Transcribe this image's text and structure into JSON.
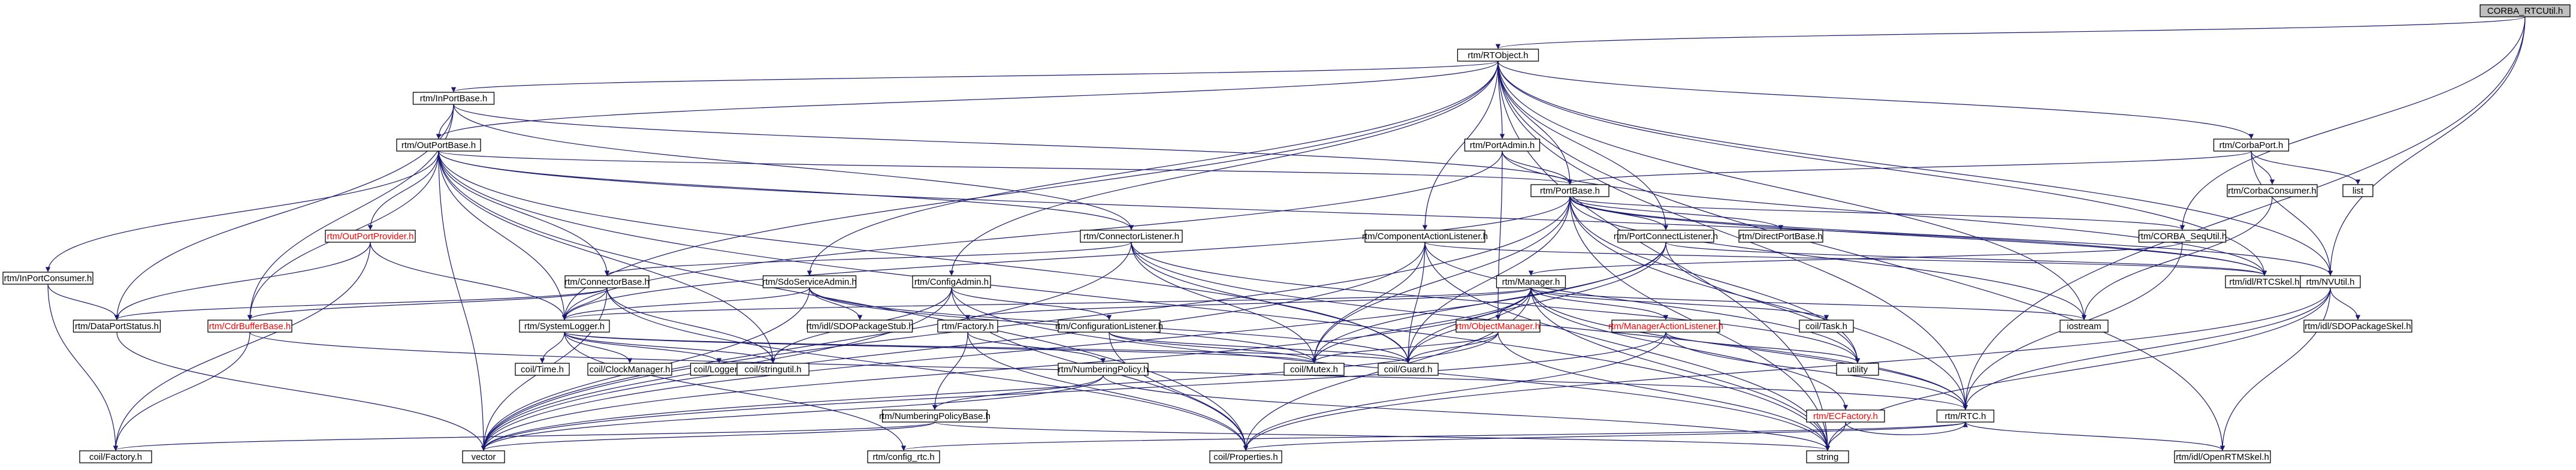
{
  "colors": {
    "edge": "#191970",
    "text_normal": "#000000",
    "text_red": "#ff0000",
    "box_root": "#bfbfbf",
    "box_normal": "#ffffff",
    "border_normal": "#000000",
    "border_light": "#bfbfbf",
    "text_light": "#7f7f7f"
  },
  "nodes": [
    {
      "id": "root",
      "label": "CORBA_RTCUtil.h",
      "style": "root"
    },
    {
      "id": "rtobject",
      "label": "rtm/RTObject.h",
      "style": "normal"
    },
    {
      "id": "inportbase",
      "label": "rtm/InPortBase.h",
      "style": "normal"
    },
    {
      "id": "outportbase",
      "label": "rtm/OutPortBase.h",
      "style": "normal"
    },
    {
      "id": "portadmin",
      "label": "rtm/PortAdmin.h",
      "style": "normal"
    },
    {
      "id": "corbaport",
      "label": "rtm/CorbaPort.h",
      "style": "normal"
    },
    {
      "id": "portbase",
      "label": "rtm/PortBase.h",
      "style": "normal"
    },
    {
      "id": "corbaconsumer",
      "label": "rtm/CorbaConsumer.h",
      "style": "normal"
    },
    {
      "id": "list",
      "label": "list",
      "style": "light"
    },
    {
      "id": "outportprovider",
      "label": "rtm/OutPortProvider.h",
      "style": "red"
    },
    {
      "id": "connectorlistener",
      "label": "rtm/ConnectorListener.h",
      "style": "normal"
    },
    {
      "id": "componentactionlistener",
      "label": "rtm/ComponentActionListener.h",
      "style": "normal"
    },
    {
      "id": "portconnectlistener",
      "label": "rtm/PortConnectListener.h",
      "style": "normal"
    },
    {
      "id": "directportbase",
      "label": "rtm/DirectPortBase.h",
      "style": "normal"
    },
    {
      "id": "corbasequtil",
      "label": "rtm/CORBA_SeqUtil.h",
      "style": "normal"
    },
    {
      "id": "inportconsumer",
      "label": "rtm/InPortConsumer.h",
      "style": "normal"
    },
    {
      "id": "connectorbase",
      "label": "rtm/ConnectorBase.h",
      "style": "normal"
    },
    {
      "id": "sdoserviceadmin",
      "label": "rtm/SdoServiceAdmin.h",
      "style": "normal"
    },
    {
      "id": "configadmin",
      "label": "rtm/ConfigAdmin.h",
      "style": "normal"
    },
    {
      "id": "manager",
      "label": "rtm/Manager.h",
      "style": "normal"
    },
    {
      "id": "rtcskel",
      "label": "rtm/idl/RTCSkel.h",
      "style": "normal"
    },
    {
      "id": "nvutil",
      "label": "rtm/NVUtil.h",
      "style": "normal"
    },
    {
      "id": "dataportstatus",
      "label": "rtm/DataPortStatus.h",
      "style": "normal"
    },
    {
      "id": "cdrbufferbase",
      "label": "rtm/CdrBufferBase.h",
      "style": "red"
    },
    {
      "id": "systemlogger",
      "label": "rtm/SystemLogger.h",
      "style": "normal"
    },
    {
      "id": "sdopackagestub",
      "label": "rtm/idl/SDOPackageStub.h",
      "style": "light"
    },
    {
      "id": "factory",
      "label": "rtm/Factory.h",
      "style": "normal"
    },
    {
      "id": "configurationlistener",
      "label": "rtm/ConfigurationListener.h",
      "style": "normal"
    },
    {
      "id": "objectmanager",
      "label": "rtm/ObjectManager.h",
      "style": "red"
    },
    {
      "id": "manageractionlistener",
      "label": "rtm/ManagerActionListener.h",
      "style": "red"
    },
    {
      "id": "task",
      "label": "coil/Task.h",
      "style": "light"
    },
    {
      "id": "iostream",
      "label": "iostream",
      "style": "light"
    },
    {
      "id": "sdopackageskel",
      "label": "rtm/idl/SDOPackageSkel.h",
      "style": "light"
    },
    {
      "id": "coiltime",
      "label": "coil/Time.h",
      "style": "light"
    },
    {
      "id": "clockmanager",
      "label": "coil/ClockManager.h",
      "style": "light"
    },
    {
      "id": "coillogger",
      "label": "coil/Logger.h",
      "style": "light"
    },
    {
      "id": "stringutil",
      "label": "coil/stringutil.h",
      "style": "light"
    },
    {
      "id": "numberingpolicy",
      "label": "rtm/NumberingPolicy.h",
      "style": "normal"
    },
    {
      "id": "mutex",
      "label": "coil/Mutex.h",
      "style": "light"
    },
    {
      "id": "guard",
      "label": "coil/Guard.h",
      "style": "light"
    },
    {
      "id": "utility",
      "label": "utility",
      "style": "light"
    },
    {
      "id": "numberingpolicybase",
      "label": "rtm/NumberingPolicyBase.h",
      "style": "normal"
    },
    {
      "id": "ecfactory",
      "label": "rtm/ECFactory.h",
      "style": "red"
    },
    {
      "id": "rtch",
      "label": "rtm/RTC.h",
      "style": "normal"
    },
    {
      "id": "coilfactory",
      "label": "coil/Factory.h",
      "style": "light"
    },
    {
      "id": "vector",
      "label": "vector",
      "style": "light"
    },
    {
      "id": "configrtc",
      "label": "rtm/config_rtc.h",
      "style": "light"
    },
    {
      "id": "properties",
      "label": "coil/Properties.h",
      "style": "light"
    },
    {
      "id": "string",
      "label": "string",
      "style": "light"
    },
    {
      "id": "openrtmskel",
      "label": "rtm/idl/OpenRTMSkel.h",
      "style": "light"
    }
  ],
  "edges": [
    [
      "root",
      "rtobject"
    ],
    [
      "root",
      "corbasequtil"
    ],
    [
      "root",
      "nvutil"
    ],
    [
      "root",
      "rtch"
    ],
    [
      "rtobject",
      "inportbase"
    ],
    [
      "rtobject",
      "outportbase"
    ],
    [
      "rtobject",
      "portadmin"
    ],
    [
      "rtobject",
      "corbaport"
    ],
    [
      "rtobject",
      "portbase"
    ],
    [
      "rtobject",
      "componentactionlistener"
    ],
    [
      "rtobject",
      "portconnectlistener"
    ],
    [
      "rtobject",
      "sdoserviceadmin"
    ],
    [
      "rtobject",
      "configadmin"
    ],
    [
      "rtobject",
      "rtcskel"
    ],
    [
      "rtobject",
      "nvutil"
    ],
    [
      "rtobject",
      "systemlogger"
    ],
    [
      "rtobject",
      "rtch"
    ],
    [
      "rtobject",
      "string"
    ],
    [
      "rtobject",
      "openrtmskel"
    ],
    [
      "rtobject",
      "iostream"
    ],
    [
      "inportbase",
      "outportbase"
    ],
    [
      "inportbase",
      "portbase"
    ],
    [
      "inportbase",
      "connectorlistener"
    ],
    [
      "inportbase",
      "dataportstatus"
    ],
    [
      "inportbase",
      "cdrbufferbase"
    ],
    [
      "outportbase",
      "portbase"
    ],
    [
      "outportbase",
      "outportprovider"
    ],
    [
      "outportbase",
      "connectorlistener"
    ],
    [
      "outportbase",
      "inportconsumer"
    ],
    [
      "outportbase",
      "connectorbase"
    ],
    [
      "outportbase",
      "cdrbufferbase"
    ],
    [
      "outportbase",
      "systemlogger"
    ],
    [
      "outportbase",
      "vector"
    ],
    [
      "outportbase",
      "string"
    ],
    [
      "outportbase",
      "stringutil"
    ],
    [
      "outportbase",
      "guard"
    ],
    [
      "outportbase",
      "properties"
    ],
    [
      "outportbase",
      "rtcskel"
    ],
    [
      "portadmin",
      "portbase"
    ],
    [
      "portadmin",
      "objectmanager"
    ],
    [
      "portadmin",
      "systemlogger"
    ],
    [
      "portadmin",
      "rtcskel"
    ],
    [
      "corbaport",
      "portbase"
    ],
    [
      "corbaport",
      "corbaconsumer"
    ],
    [
      "corbaport",
      "list"
    ],
    [
      "corbaport",
      "nvutil"
    ],
    [
      "corbaconsumer",
      "iostream"
    ],
    [
      "portbase",
      "directportbase"
    ],
    [
      "portbase",
      "portconnectlistener"
    ],
    [
      "portbase",
      "corbasequtil"
    ],
    [
      "portbase",
      "rtcskel"
    ],
    [
      "portbase",
      "nvutil"
    ],
    [
      "portbase",
      "systemlogger"
    ],
    [
      "portbase",
      "mutex"
    ],
    [
      "portbase",
      "guard"
    ],
    [
      "portbase",
      "vector"
    ],
    [
      "portbase",
      "string"
    ],
    [
      "portbase",
      "utility"
    ],
    [
      "portbase",
      "iostream"
    ],
    [
      "portbase",
      "rtch"
    ],
    [
      "outportprovider",
      "dataportstatus"
    ],
    [
      "outportprovider",
      "systemlogger"
    ],
    [
      "outportprovider",
      "coilfactory"
    ],
    [
      "connectorlistener",
      "connectorbase"
    ],
    [
      "connectorlistener",
      "mutex"
    ],
    [
      "connectorlistener",
      "guard"
    ],
    [
      "connectorlistener",
      "rtch"
    ],
    [
      "connectorlistener",
      "vector"
    ],
    [
      "connectorlistener",
      "utility"
    ],
    [
      "componentactionlistener",
      "rtcskel"
    ],
    [
      "componentactionlistener",
      "mutex"
    ],
    [
      "componentactionlistener",
      "guard"
    ],
    [
      "componentactionlistener",
      "vector"
    ],
    [
      "componentactionlistener",
      "string"
    ],
    [
      "componentactionlistener",
      "utility"
    ],
    [
      "portconnectlistener",
      "rtcskel"
    ],
    [
      "portconnectlistener",
      "mutex"
    ],
    [
      "portconnectlistener",
      "guard"
    ],
    [
      "portconnectlistener",
      "vector"
    ],
    [
      "portconnectlistener",
      "utility"
    ],
    [
      "corbasequtil",
      "manager"
    ],
    [
      "corbasequtil",
      "rtch"
    ],
    [
      "inportconsumer",
      "dataportstatus"
    ],
    [
      "inportconsumer",
      "coilfactory"
    ],
    [
      "connectorbase",
      "dataportstatus"
    ],
    [
      "connectorbase",
      "cdrbufferbase"
    ],
    [
      "connectorbase",
      "systemlogger"
    ],
    [
      "connectorbase",
      "properties"
    ],
    [
      "connectorbase",
      "vector"
    ],
    [
      "connectorbase",
      "stringutil"
    ],
    [
      "sdoserviceadmin",
      "sdopackagestub"
    ],
    [
      "sdoserviceadmin",
      "systemlogger"
    ],
    [
      "sdoserviceadmin",
      "mutex"
    ],
    [
      "sdoserviceadmin",
      "guard"
    ],
    [
      "sdoserviceadmin",
      "vector"
    ],
    [
      "configadmin",
      "configurationlistener"
    ],
    [
      "configadmin",
      "stringutil"
    ],
    [
      "configadmin",
      "properties"
    ],
    [
      "configadmin",
      "string"
    ],
    [
      "configadmin",
      "vector"
    ],
    [
      "manager",
      "systemlogger"
    ],
    [
      "manager",
      "factory"
    ],
    [
      "manager",
      "objectmanager"
    ],
    [
      "manager",
      "manageractionlistener"
    ],
    [
      "manager",
      "task"
    ],
    [
      "manager",
      "iostream"
    ],
    [
      "manager",
      "ecfactory"
    ],
    [
      "manager",
      "rtch"
    ],
    [
      "manager",
      "mutex"
    ],
    [
      "manager",
      "guard"
    ],
    [
      "manager",
      "string"
    ],
    [
      "manager",
      "vector"
    ],
    [
      "manager",
      "properties"
    ],
    [
      "nvutil",
      "sdopackageskel"
    ],
    [
      "nvutil",
      "rtch"
    ],
    [
      "nvutil",
      "properties"
    ],
    [
      "nvutil",
      "string"
    ],
    [
      "nvutil",
      "openrtmskel"
    ],
    [
      "dataportstatus",
      "vector"
    ],
    [
      "cdrbufferbase",
      "coilfactory"
    ],
    [
      "cdrbufferbase",
      "rtch"
    ],
    [
      "systemlogger",
      "coiltime"
    ],
    [
      "systemlogger",
      "clockmanager"
    ],
    [
      "systemlogger",
      "coillogger"
    ],
    [
      "systemlogger",
      "stringutil"
    ],
    [
      "systemlogger",
      "mutex"
    ],
    [
      "systemlogger",
      "guard"
    ],
    [
      "systemlogger",
      "configrtc"
    ],
    [
      "factory",
      "numberingpolicy"
    ],
    [
      "factory",
      "numberingpolicybase"
    ],
    [
      "factory",
      "properties"
    ],
    [
      "configurationlistener",
      "properties"
    ],
    [
      "configurationlistener",
      "mutex"
    ],
    [
      "configurationlistener",
      "guard"
    ],
    [
      "objectmanager",
      "mutex"
    ],
    [
      "objectmanager",
      "guard"
    ],
    [
      "objectmanager",
      "vector"
    ],
    [
      "objectmanager",
      "string"
    ],
    [
      "manageractionlistener",
      "rtch"
    ],
    [
      "manageractionlistener",
      "vector"
    ],
    [
      "manageractionlistener",
      "utility"
    ],
    [
      "manageractionlistener",
      "properties"
    ],
    [
      "numberingpolicy",
      "numberingpolicybase"
    ],
    [
      "numberingpolicy",
      "string"
    ],
    [
      "numberingpolicy",
      "vector"
    ],
    [
      "numberingpolicybase",
      "coilfactory"
    ],
    [
      "numberingpolicybase",
      "vector"
    ],
    [
      "numberingpolicybase",
      "string"
    ],
    [
      "ecfactory",
      "string"
    ],
    [
      "ecfactory",
      "rtch"
    ],
    [
      "rtch",
      "openrtmskel"
    ],
    [
      "rtch",
      "configrtc"
    ],
    [
      "rtch",
      "properties"
    ]
  ]
}
